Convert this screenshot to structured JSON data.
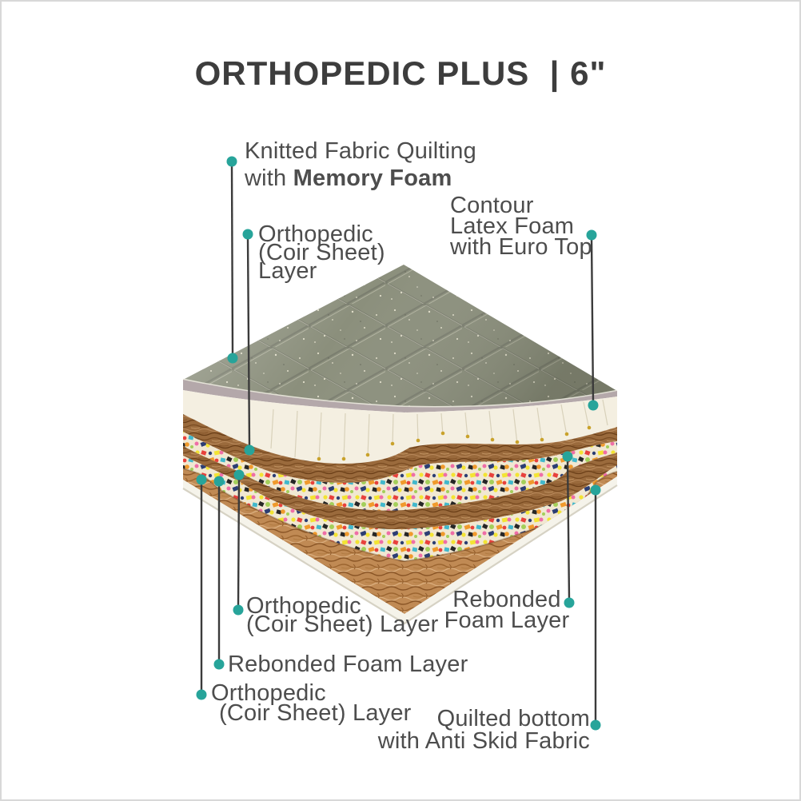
{
  "title": "ORTHOPEDIC PLUS  | 6\"",
  "colors": {
    "accent": "#27a49a",
    "leader_line": "#3b3b3b",
    "title_text": "#3d3d3d",
    "label_text": "#4d4d4d",
    "quilt_fabric": "#8b8f7c",
    "memory_foam_rim": "#b4a8aa",
    "latex_foam": "#f4efe1",
    "coir": "#9a6a3c",
    "rebonded_base": "#f1e8d2",
    "bottom_coir": "#c08a54",
    "base_fabric": "#f5f3ea"
  },
  "labels": {
    "knitted": {
      "line1": "Knitted Fabric Quilting",
      "line2_prefix": "with ",
      "line2_bold": "Memory Foam"
    },
    "ortho_top": {
      "line1": "Orthopedic",
      "line2": "(Coir Sheet)",
      "line3": "Layer"
    },
    "contour": {
      "line1": "Contour",
      "line2": "Latex Foam",
      "line3": "with Euro Top"
    },
    "ortho_mid": {
      "line1": "Orthopedic",
      "line2": "(Coir Sheet) Layer"
    },
    "rebonded_right": {
      "line1": "Rebonded",
      "line2": "Foam Layer"
    },
    "rebonded_left": {
      "line1": "Rebonded Foam Layer"
    },
    "ortho_bottom": {
      "line1": "Orthopedic",
      "line2": "(Coir Sheet) Layer"
    },
    "quilted_bottom": {
      "line1": "Quilted bottom",
      "line2": "with Anti Skid Fabric"
    }
  }
}
